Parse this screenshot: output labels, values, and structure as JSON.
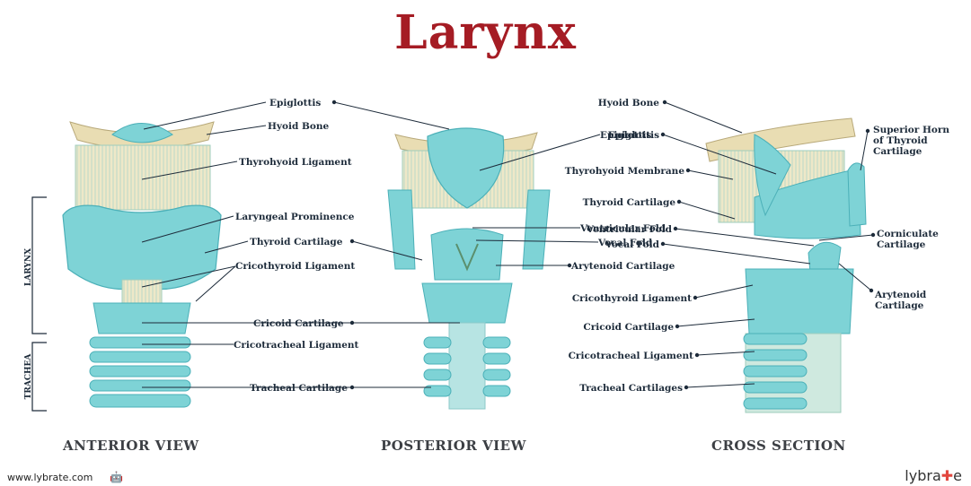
{
  "title": "Larynx",
  "side_labels": {
    "larynx": "LARYNX",
    "trachea": "TRACHEA"
  },
  "views": [
    "ANTERIOR VIEW",
    "POSTERIOR VIEW",
    "CROSS SECTION"
  ],
  "anterior_labels": [
    "Epiglottis",
    "Hyoid Bone",
    "Thyrohyoid Ligament",
    "Laryngeal Prominence",
    "Thyroid Cartilage",
    "Cricothyroid Ligament",
    "Cricoid Cartilage",
    "Cricotracheal Ligament",
    "Tracheal Cartilage"
  ],
  "posterior_labels": [
    "Epiglottis",
    "Ventricular Fold",
    "Vocal Fold",
    "Arytenoid Cartilage"
  ],
  "cross_left_labels": [
    "Hyoid Bone",
    "Epiglottis",
    "Thyrohyoid Membrane",
    "Thyroid Cartilage",
    "Ventricular Fold",
    "Vocal Fold",
    "Cricothyroid Ligament",
    "Cricoid Cartilage",
    "Cricotracheal Ligament",
    "Tracheal Cartilages"
  ],
  "cross_right_labels": {
    "superior_horn": [
      "Superior Horn",
      "of Thyroid",
      "Cartilage"
    ],
    "corniculate": [
      "Corniculate",
      "Cartilage"
    ],
    "arytenoid": [
      "Arytenoid",
      "Cartilage"
    ]
  },
  "footer": {
    "url": "www.lybrate.com",
    "platform_icons": [
      "android-icon",
      "apple-icon"
    ],
    "brand_prefix": "lybra",
    "brand_mark": "✚",
    "brand_suffix": "e"
  },
  "colors": {
    "title": "#a51c24",
    "cartilage": "#7ed3d6",
    "cartilage_dark": "#4bb0b8",
    "ligament": "#eee8c8",
    "bone": "#e9ddb3",
    "leader": "#1d2b3a"
  }
}
